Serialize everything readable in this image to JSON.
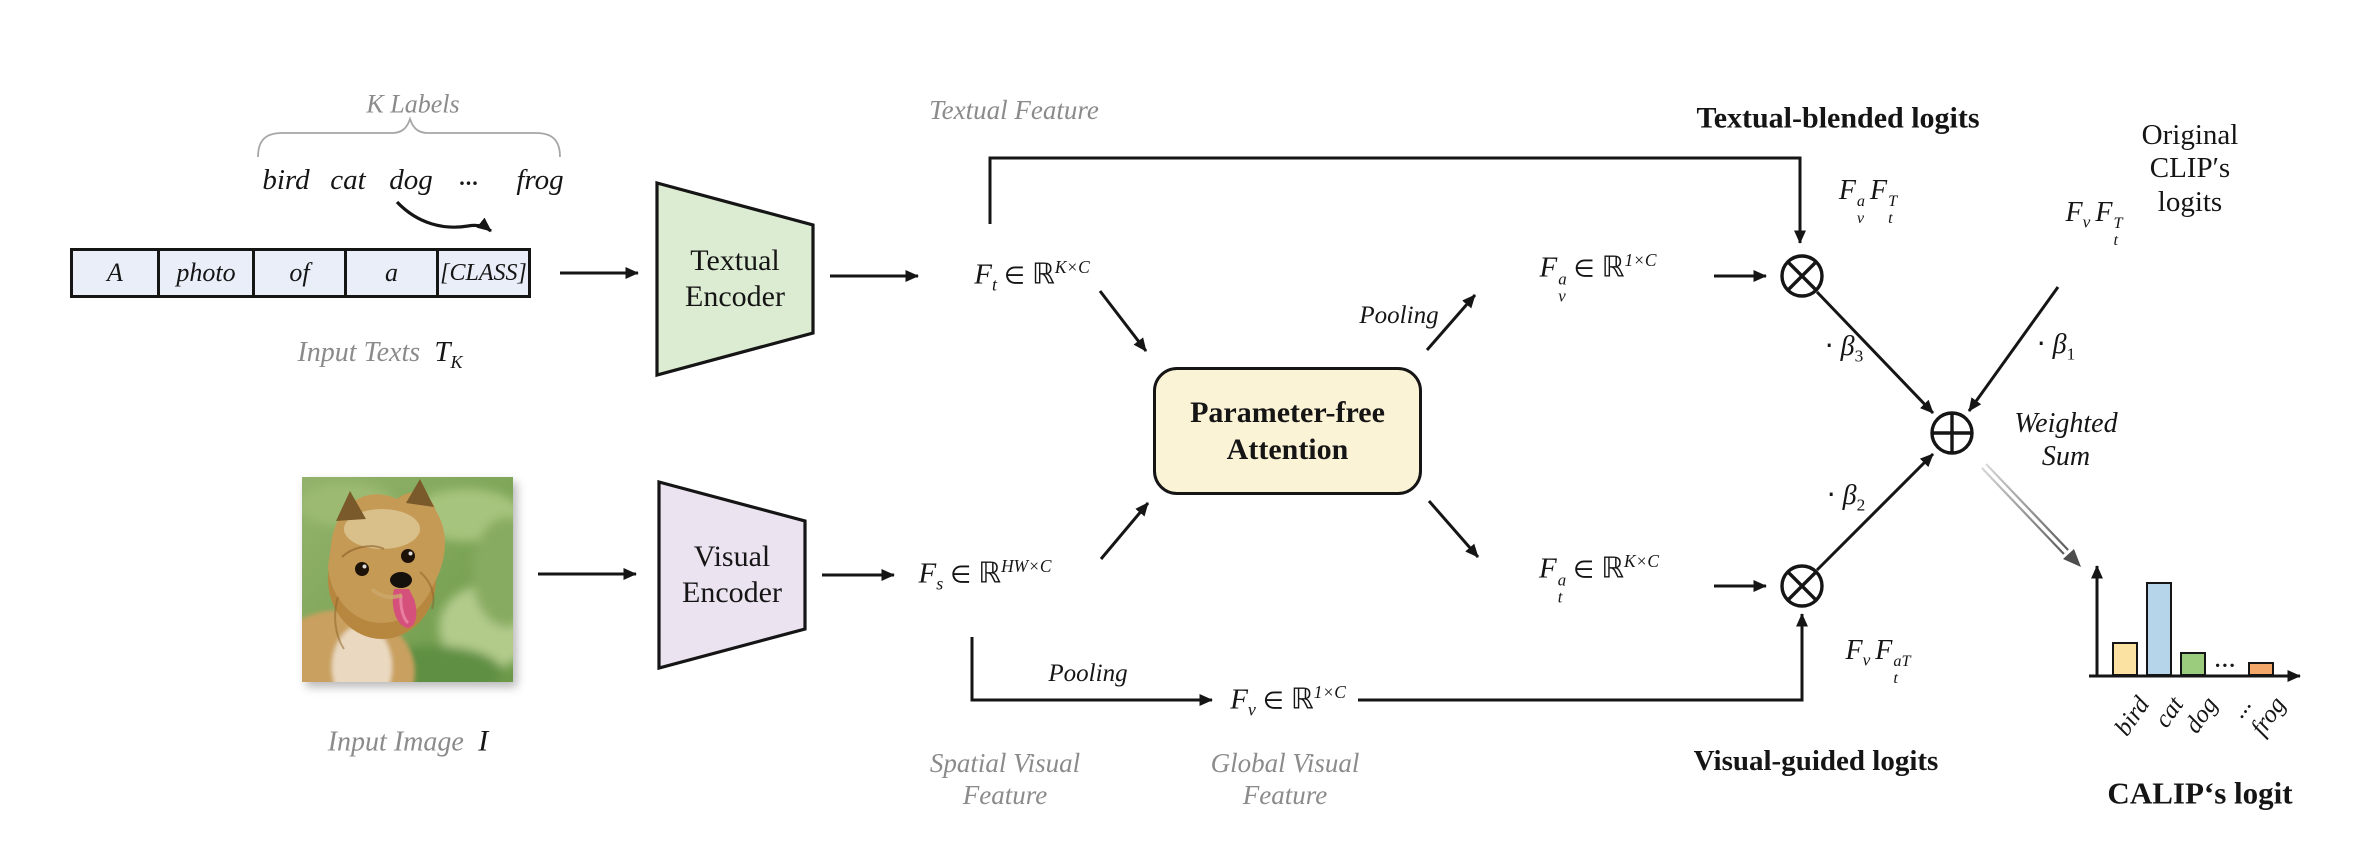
{
  "colors": {
    "token_fill": "#e9eef8",
    "textual_encoder_fill": "#dcecd2",
    "visual_encoder_fill": "#ece3f1",
    "attention_fill": "#fbf3d6",
    "gray_label": "#8b8b8b",
    "line": "#151515"
  },
  "text_branch": {
    "k_labels": "K Labels",
    "class_words": [
      "bird",
      "cat",
      "dog",
      "...",
      "frog"
    ],
    "tokens": [
      "A",
      "photo",
      "of",
      "a",
      "[CLASS]"
    ],
    "caption": "Input Texts",
    "caption_math_base": "T",
    "caption_math_sub": "K",
    "encoder_label": "Textual Encoder",
    "feature_label": "Textual Feature"
  },
  "image_branch": {
    "caption": "Input Image",
    "caption_math": "I",
    "encoder_label": "Visual Encoder",
    "spatial_feature_label": "Spatial Visual\nFeature",
    "global_feature_label": "Global Visual\nFeature"
  },
  "attention": {
    "line1": "Parameter-free",
    "line2": "Attention",
    "pooling_top": "Pooling",
    "pooling_bottom": "Pooling"
  },
  "math": {
    "ft": {
      "base": "F",
      "sub": "t",
      "rel": "∈",
      "set": "ℝ",
      "exp": "K×C"
    },
    "fs": {
      "base": "F",
      "sub": "s",
      "rel": "∈",
      "set": "ℝ",
      "exp": "HW×C"
    },
    "fv": {
      "base": "F",
      "sub": "v",
      "rel": "∈",
      "set": "ℝ",
      "exp": "1×C"
    },
    "fva": {
      "base": "F",
      "sub": "v",
      "sup": "a",
      "rel": "∈",
      "set": "ℝ",
      "exp": "1×C"
    },
    "fta": {
      "base": "F",
      "sub": "t",
      "sup": "a",
      "rel": "∈",
      "set": "ℝ",
      "exp": "K×C"
    },
    "prod_textual": {
      "f1": "F",
      "f1sub": "v",
      "f1sup": "a",
      "f2": "F",
      "f2sub": "t",
      "f2sup": "T"
    },
    "prod_clip": {
      "f1": "F",
      "f1sub": "v",
      "f2": "F",
      "f2sub": "t",
      "f2sup": "T"
    },
    "prod_visual": {
      "f1": "F",
      "f1sub": "v",
      "f2": "F",
      "f2sub": "t",
      "f2sup": "aT"
    },
    "beta1": {
      "dot": "·",
      "base": "β",
      "sub": "1"
    },
    "beta2": {
      "dot": "·",
      "base": "β",
      "sub": "2"
    },
    "beta3": {
      "dot": "·",
      "base": "β",
      "sub": "3"
    }
  },
  "outputs": {
    "textual_blended": "Textual-blended logits",
    "visual_guided": "Visual-guided logits",
    "original_clip": "Original CLIP′s\nlogits",
    "weighted_sum": "Weighted\nSum"
  },
  "chart_data": {
    "type": "bar",
    "title": "CALIP‘s logit",
    "categories": [
      "bird",
      "cat",
      "dog",
      "...",
      "frog"
    ],
    "values": [
      0.36,
      1.0,
      0.26,
      null,
      0.15
    ],
    "colors": [
      "#fbe2a2",
      "#b6d4ea",
      "#9bcb7d",
      null,
      "#f3a869"
    ],
    "xlabel": "",
    "ylabel": "",
    "ylim": [
      0,
      1
    ],
    "legend": "none",
    "grid": false
  }
}
